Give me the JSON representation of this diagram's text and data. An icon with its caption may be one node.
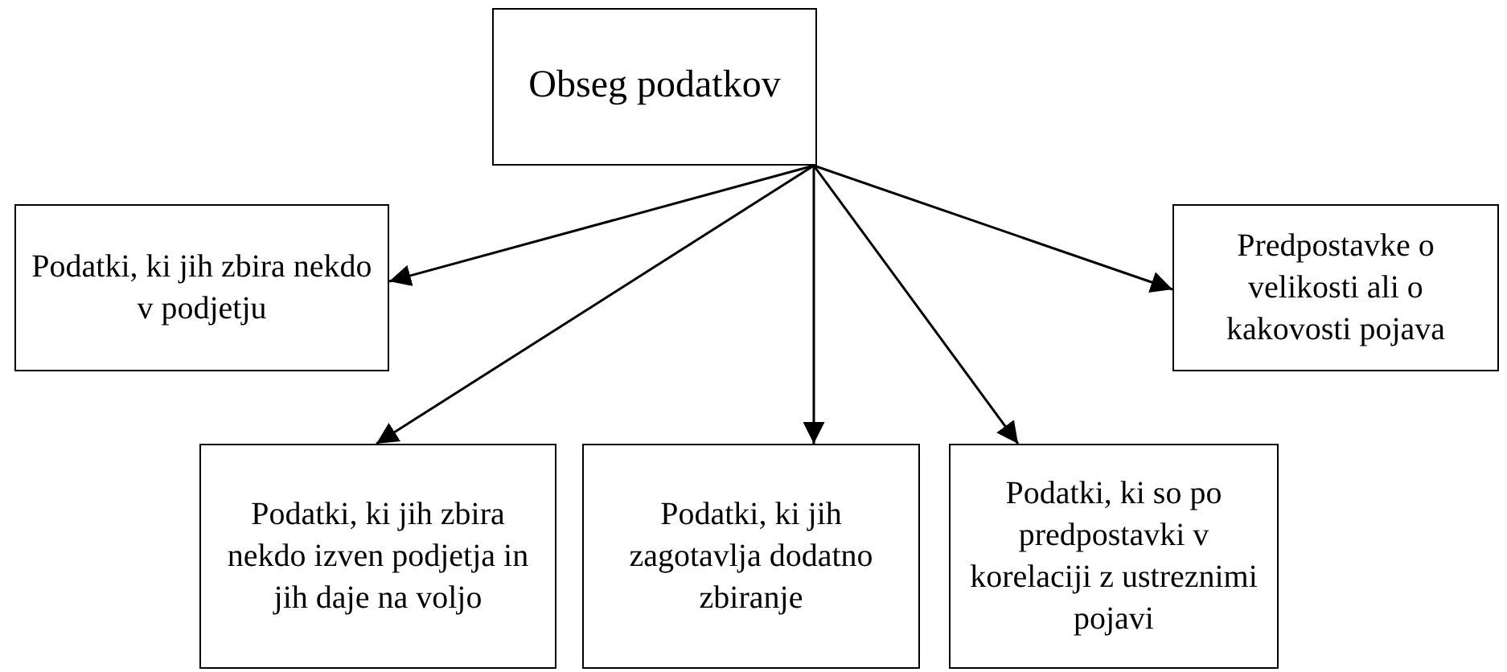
{
  "diagram": {
    "nodes": [
      {
        "text": [
          "Obseg podatkov"
        ]
      },
      {
        "text": [
          "Podatki, ki jih zbira nekdo v podjetju"
        ]
      },
      {
        "text": [
          "Predpostavke o velikosti ali o kakovosti pojava"
        ]
      },
      {
        "text": [
          "Podatki, ki jih zbira nekdo izven podjetja in jih daje na voljo"
        ]
      },
      {
        "text": [
          "Podatki, ki jih zagotavlja dodatno zbiranje"
        ]
      },
      {
        "text": [
          "Podatki, ki so po predpostavki v korelaciji z ustreznimi pojavi"
        ]
      }
    ],
    "edges": [
      {
        "from": 0,
        "to": 1,
        "arrow": "to"
      },
      {
        "from": 0,
        "to": 3,
        "arrow": "to"
      },
      {
        "from": 0,
        "to": 4,
        "arrow": "to"
      },
      {
        "from": 0,
        "to": 5,
        "arrow": "to"
      },
      {
        "from": 0,
        "to": 2,
        "arrow": "to"
      }
    ]
  }
}
